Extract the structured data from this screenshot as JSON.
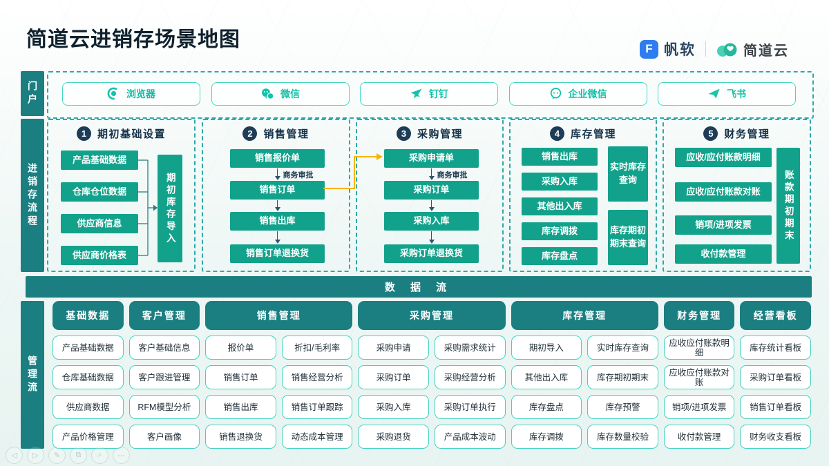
{
  "page": {
    "title": "简道云进销存场景地图"
  },
  "logos": {
    "fanruan": "帆软",
    "fanruan_glyph": "F",
    "jiandaoyun": "简道云"
  },
  "colors": {
    "teal_dark": "#1b7e81",
    "teal_green_box": "#12a28b",
    "pill_accent": "#12bfa7",
    "dashed_border": "#2fa9a9",
    "badge_navy": "#1e3c56",
    "connector_yellow": "#f8b400",
    "fanruan_blue": "#2e7df0"
  },
  "portal": {
    "label": "门户",
    "items": [
      {
        "icon": "browser-icon",
        "label": "浏览器"
      },
      {
        "icon": "wechat-icon",
        "label": "微信"
      },
      {
        "icon": "dingtalk-icon",
        "label": "钉钉"
      },
      {
        "icon": "wecom-icon",
        "label": "企业微信"
      },
      {
        "icon": "feishu-icon",
        "label": "飞书"
      }
    ]
  },
  "flow": {
    "label": "进销存流程",
    "columns": [
      {
        "number": "1",
        "title": "期初基础设置",
        "type": "fanin",
        "items": [
          "产品基础数据",
          "仓库仓位数据",
          "供应商信息",
          "供应商价格表"
        ],
        "side": "期初库存导入"
      },
      {
        "number": "2",
        "title": "销售管理",
        "type": "chain",
        "items": [
          "销售报价单",
          "销售订单",
          "销售出库",
          "销售订单退换货"
        ],
        "approval_label": "商务审批"
      },
      {
        "number": "3",
        "title": "采购管理",
        "type": "chain",
        "items": [
          "采购申请单",
          "采购订单",
          "采购入库",
          "采购订单退换货"
        ],
        "approval_label": "商务审批"
      },
      {
        "number": "4",
        "title": "库存管理",
        "type": "stack",
        "items": [
          "销售出库",
          "采购入库",
          "其他出入库",
          "库存调拨",
          "库存盘点"
        ],
        "sides": [
          {
            "text": "实时库存查询",
            "vertical": false
          },
          {
            "text": "库存期初期末查询",
            "vertical": false
          }
        ]
      },
      {
        "number": "5",
        "title": "财务管理",
        "type": "stack",
        "items": [
          "应收/应付账款明细",
          "应收/应付账款对账",
          "销项/进项发票",
          "收付款管理"
        ],
        "sides": [
          {
            "text": "账款期初期末",
            "vertical": true
          }
        ]
      }
    ]
  },
  "dataflow": {
    "label": "数 据 流"
  },
  "management": {
    "label": "管理流",
    "headers": [
      {
        "label": "基础数据",
        "span": 1
      },
      {
        "label": "客户管理",
        "span": 1
      },
      {
        "label": "销售管理",
        "span": 2
      },
      {
        "label": "采购管理",
        "span": 2
      },
      {
        "label": "库存管理",
        "span": 2
      },
      {
        "label": "财务管理",
        "span": 1
      },
      {
        "label": "经营看板",
        "span": 1
      }
    ],
    "columns": [
      {
        "cells": [
          "产品基础数据",
          "仓库基础数据",
          "供应商数据",
          "产品价格管理"
        ]
      },
      {
        "cells": [
          "客户基础信息",
          "客户跟进管理",
          "RFM模型分析",
          "客户画像"
        ]
      },
      {
        "cells": [
          "报价单",
          "销售订单",
          "销售出库",
          "销售退换货"
        ]
      },
      {
        "cells": [
          "折扣/毛利率",
          "销售经营分析",
          "销售订单跟踪",
          "动态成本管理"
        ]
      },
      {
        "cells": [
          "采购申请",
          "采购订单",
          "采购入库",
          "采购退货"
        ]
      },
      {
        "cells": [
          "采购需求统计",
          "采购经营分析",
          "采购订单执行",
          "产品成本波动"
        ]
      },
      {
        "cells": [
          "期初导入",
          "其他出入库",
          "库存盘点",
          "库存调拨"
        ]
      },
      {
        "cells": [
          "实时库存查询",
          "库存期初期末",
          "库存预警",
          "库存数量校验"
        ]
      },
      {
        "cells": [
          "应收应付账款明细",
          "应收应付账款对账",
          "销项/进项发票",
          "收付款管理"
        ]
      },
      {
        "cells": [
          "库存统计看板",
          "采购订单看板",
          "销售订单看板",
          "财务收支看板"
        ]
      }
    ]
  },
  "mini_toolbar": {
    "buttons": [
      {
        "name": "back",
        "glyph": "◁"
      },
      {
        "name": "forward",
        "glyph": "▷"
      },
      {
        "name": "edit",
        "glyph": "✎"
      },
      {
        "name": "copy",
        "glyph": "⧉"
      },
      {
        "name": "zoom",
        "glyph": "⌕"
      },
      {
        "name": "more",
        "glyph": "⋯"
      }
    ]
  }
}
